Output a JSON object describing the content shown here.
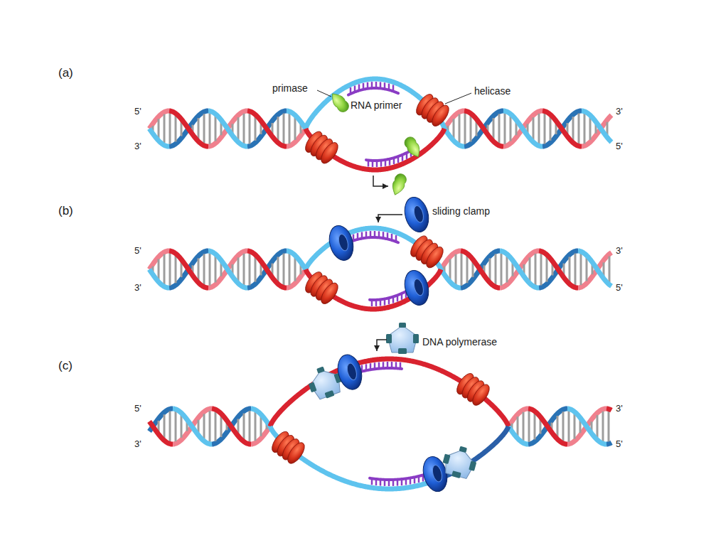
{
  "diagram": {
    "labels": [
      "(a)",
      "primase",
      "RNA primer",
      "helicase",
      "5'",
      "3'",
      "3'",
      "5'",
      "(b)",
      "sliding clamp",
      "5'",
      "3'",
      "3'",
      "5'",
      "(c)",
      "DNA polymerase",
      "5'",
      "3'",
      "3'",
      "5'"
    ]
  }
}
